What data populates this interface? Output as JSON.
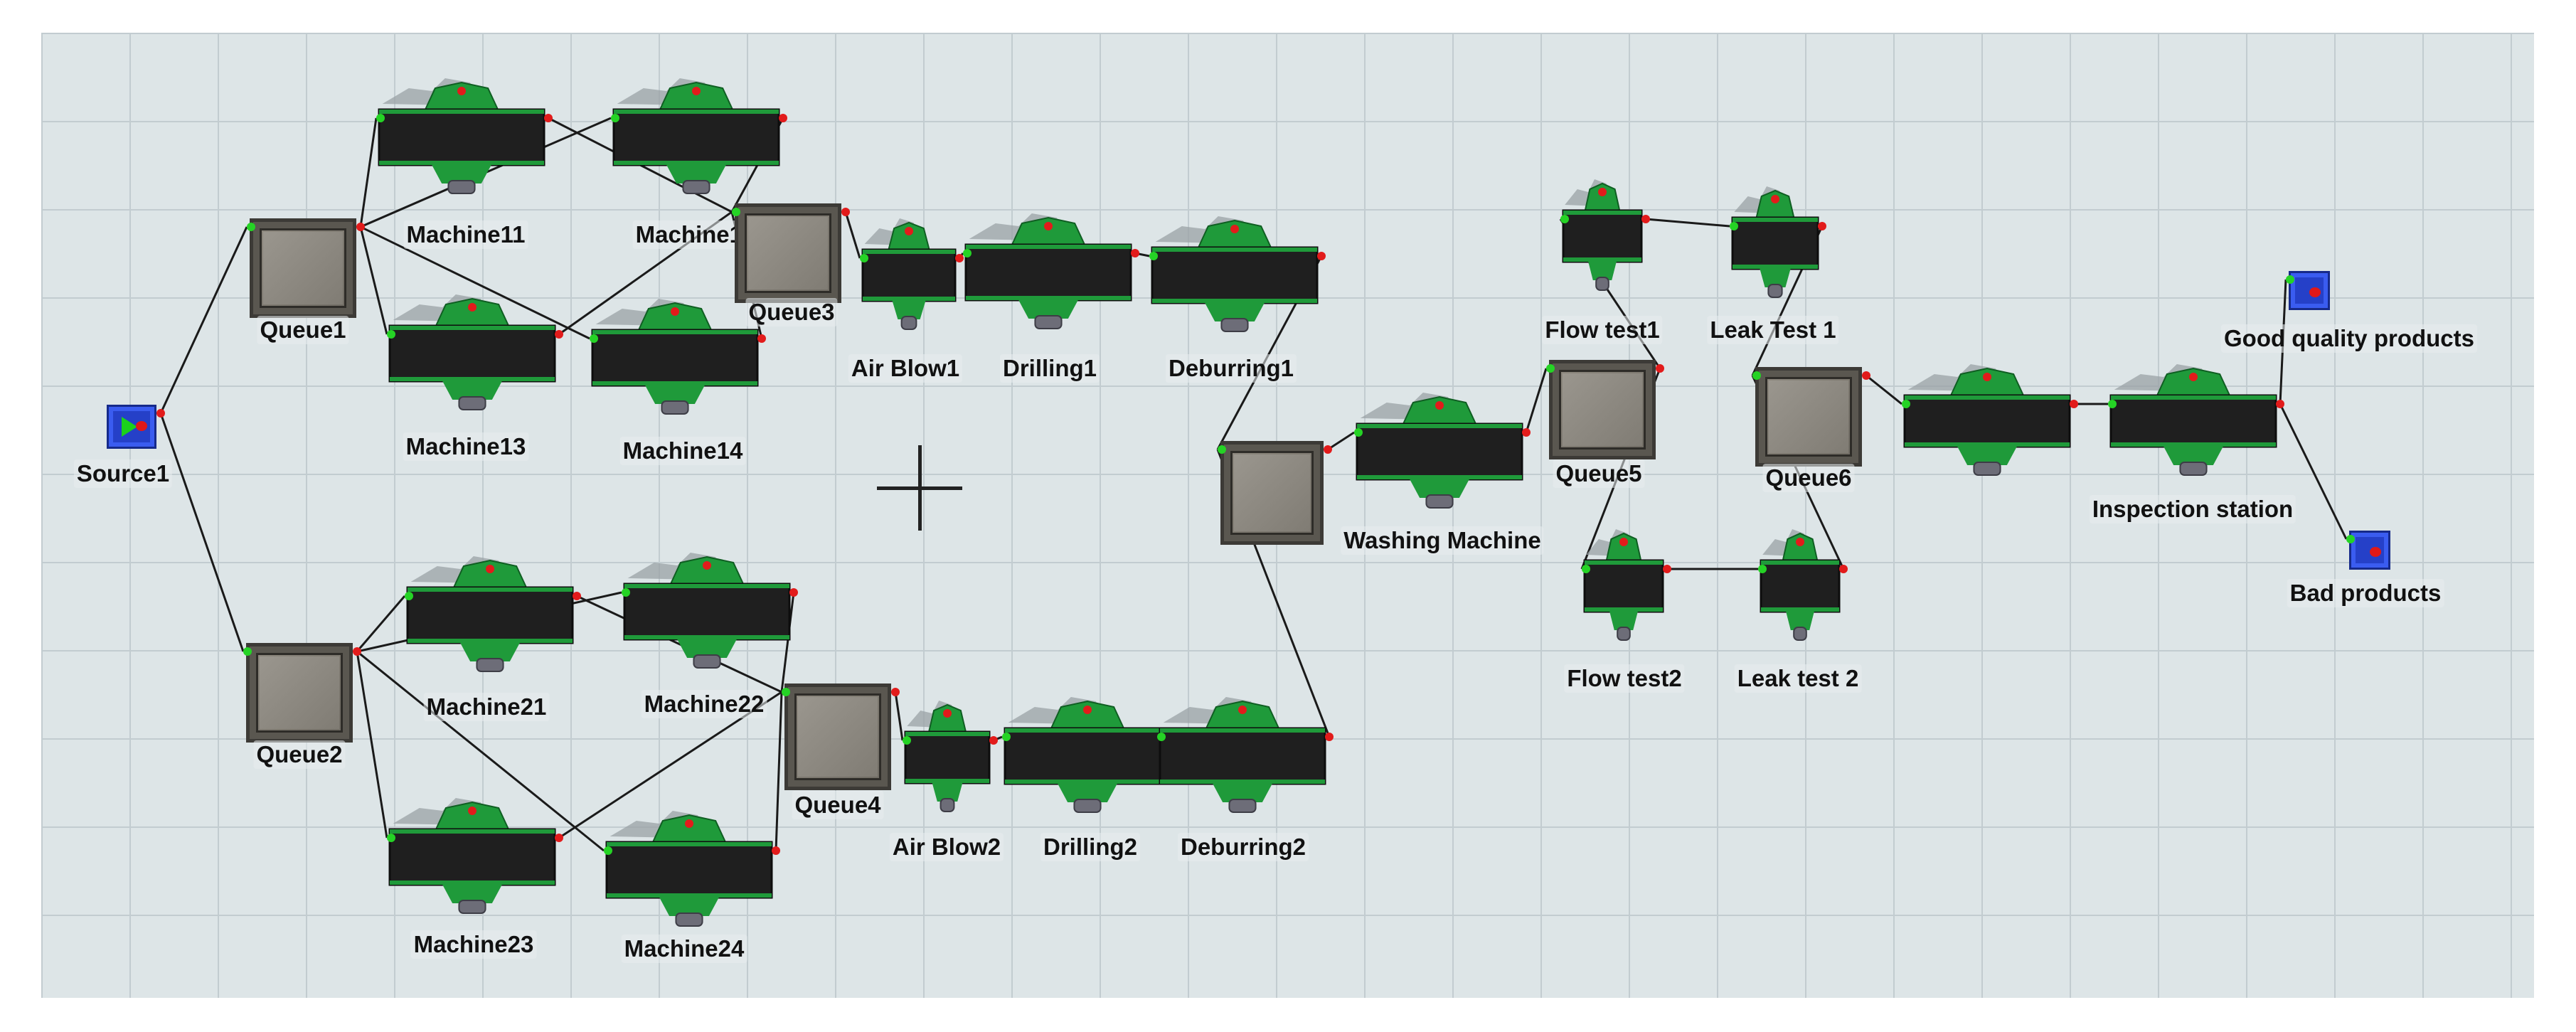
{
  "model": {
    "title": "",
    "colors": {
      "floor": "#dde5e7",
      "grid": "#c2ccd0",
      "conveyor": "#1f1f1f",
      "machine_body": "#1f9a3a",
      "machine_shadow": "#9aa2a6",
      "queue": "#7d7970",
      "source": "#2540c8",
      "input_port": "#25d325",
      "output_port": "#e21b1b"
    },
    "objects": [
      {
        "id": "source1",
        "kind": "source",
        "label": "Source1"
      },
      {
        "id": "queue1",
        "kind": "queue",
        "label": "Queue1"
      },
      {
        "id": "queue2",
        "kind": "queue",
        "label": "Queue2"
      },
      {
        "id": "machine11",
        "kind": "machine",
        "label": "Machine11"
      },
      {
        "id": "machine12",
        "kind": "machine",
        "label": "Machine12"
      },
      {
        "id": "machine13",
        "kind": "machine",
        "label": "Machine13"
      },
      {
        "id": "machine14",
        "kind": "machine",
        "label": "Machine14"
      },
      {
        "id": "machine21",
        "kind": "machine",
        "label": "Machine21"
      },
      {
        "id": "machine22",
        "kind": "machine",
        "label": "Machine22"
      },
      {
        "id": "machine23",
        "kind": "machine",
        "label": "Machine23"
      },
      {
        "id": "machine24",
        "kind": "machine",
        "label": "Machine24"
      },
      {
        "id": "queue3",
        "kind": "queue",
        "label": "Queue3"
      },
      {
        "id": "queue4",
        "kind": "queue",
        "label": "Queue4"
      },
      {
        "id": "airblow1",
        "kind": "machine",
        "label": "Air Blow1"
      },
      {
        "id": "drilling1",
        "kind": "machine",
        "label": "Drilling1"
      },
      {
        "id": "deburring1",
        "kind": "machine",
        "label": "Deburring1"
      },
      {
        "id": "airblow2",
        "kind": "machine",
        "label": "Air Blow2"
      },
      {
        "id": "drilling2",
        "kind": "machine",
        "label": "Drilling2"
      },
      {
        "id": "deburring2",
        "kind": "machine",
        "label": "Deburring2"
      },
      {
        "id": "queuewash",
        "kind": "queue",
        "label": ""
      },
      {
        "id": "washing",
        "kind": "machine",
        "label": "Washing Machine"
      },
      {
        "id": "queue5",
        "kind": "queue",
        "label": "Queue5"
      },
      {
        "id": "flowtest1",
        "kind": "machine",
        "label": "Flow test1"
      },
      {
        "id": "flowtest2",
        "kind": "machine",
        "label": "Flow test2"
      },
      {
        "id": "leaktest1",
        "kind": "machine",
        "label": "Leak Test 1"
      },
      {
        "id": "leaktest2",
        "kind": "machine",
        "label": "Leak test 2"
      },
      {
        "id": "queue6",
        "kind": "queue",
        "label": "Queue6"
      },
      {
        "id": "conveyorfinal",
        "kind": "machine",
        "label": ""
      },
      {
        "id": "inspection",
        "kind": "machine",
        "label": "Inspection station"
      },
      {
        "id": "good",
        "kind": "sink",
        "label": "Good quality  products"
      },
      {
        "id": "bad",
        "kind": "sink",
        "label": "Bad products"
      }
    ],
    "connections": [
      [
        "source1",
        "queue1"
      ],
      [
        "source1",
        "queue2"
      ],
      [
        "queue1",
        "machine11"
      ],
      [
        "queue1",
        "machine12"
      ],
      [
        "queue1",
        "machine13"
      ],
      [
        "queue1",
        "machine14"
      ],
      [
        "machine11",
        "queue3"
      ],
      [
        "machine12",
        "queue3"
      ],
      [
        "machine13",
        "queue3"
      ],
      [
        "machine14",
        "queue3"
      ],
      [
        "queue2",
        "machine21"
      ],
      [
        "queue2",
        "machine22"
      ],
      [
        "queue2",
        "machine23"
      ],
      [
        "queue2",
        "machine24"
      ],
      [
        "machine21",
        "queue4"
      ],
      [
        "machine22",
        "queue4"
      ],
      [
        "machine23",
        "queue4"
      ],
      [
        "machine24",
        "queue4"
      ],
      [
        "queue3",
        "airblow1"
      ],
      [
        "airblow1",
        "drilling1"
      ],
      [
        "drilling1",
        "deburring1"
      ],
      [
        "queue4",
        "airblow2"
      ],
      [
        "airblow2",
        "drilling2"
      ],
      [
        "drilling2",
        "deburring2"
      ],
      [
        "deburring1",
        "queuewash"
      ],
      [
        "deburring2",
        "queuewash"
      ],
      [
        "queuewash",
        "washing"
      ],
      [
        "washing",
        "queue5"
      ],
      [
        "queue5",
        "flowtest1"
      ],
      [
        "queue5",
        "flowtest2"
      ],
      [
        "flowtest1",
        "leaktest1"
      ],
      [
        "flowtest2",
        "leaktest2"
      ],
      [
        "leaktest1",
        "queue6"
      ],
      [
        "leaktest2",
        "queue6"
      ],
      [
        "queue6",
        "conveyorfinal"
      ],
      [
        "conveyorfinal",
        "inspection"
      ],
      [
        "inspection",
        "good"
      ],
      [
        "inspection",
        "bad"
      ]
    ]
  }
}
